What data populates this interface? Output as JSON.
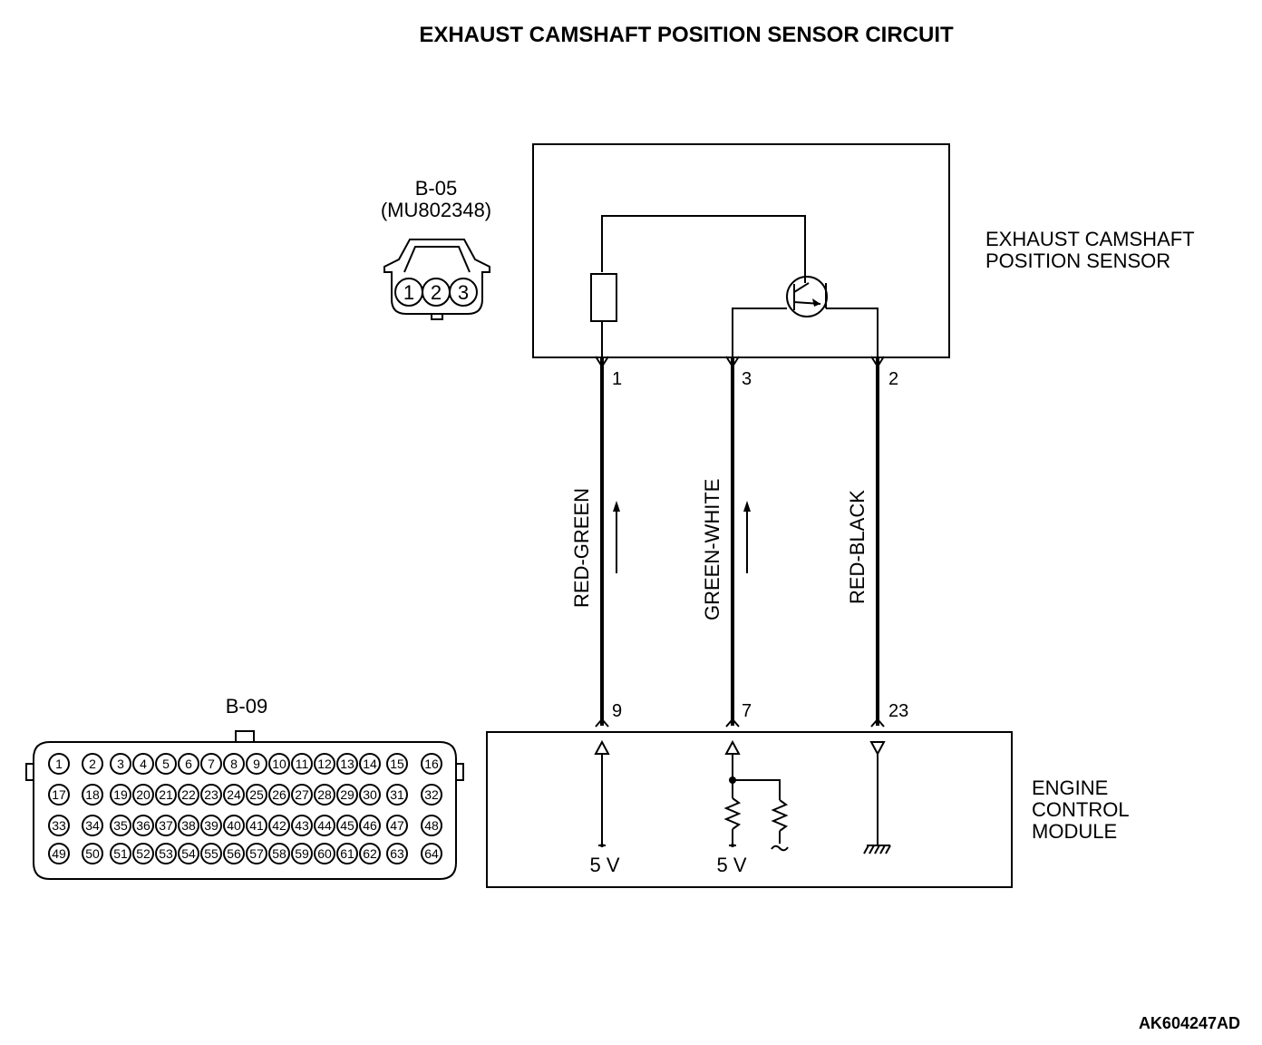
{
  "title": "EXHAUST CAMSHAFT POSITION SENSOR CIRCUIT",
  "sensor": {
    "name_line1": "EXHAUST CAMSHAFT",
    "name_line2": "POSITION SENSOR"
  },
  "ecm": {
    "name_line1": "ENGINE",
    "name_line2": "CONTROL",
    "name_line3": "MODULE"
  },
  "connector_b05": {
    "id": "B-05",
    "part": "(MU802348)",
    "pins": [
      "1",
      "2",
      "3"
    ]
  },
  "connector_b09": {
    "id": "B-09",
    "rows": [
      [
        "1",
        "2",
        "3",
        "4",
        "5",
        "6",
        "7",
        "8",
        "9",
        "10",
        "11",
        "12",
        "13",
        "14",
        "15",
        "16"
      ],
      [
        "17",
        "18",
        "19",
        "20",
        "21",
        "22",
        "23",
        "24",
        "25",
        "26",
        "27",
        "28",
        "29",
        "30",
        "31",
        "32"
      ],
      [
        "33",
        "34",
        "35",
        "36",
        "37",
        "38",
        "39",
        "40",
        "41",
        "42",
        "43",
        "44",
        "45",
        "46",
        "47",
        "48"
      ],
      [
        "49",
        "50",
        "51",
        "52",
        "53",
        "54",
        "55",
        "56",
        "57",
        "58",
        "59",
        "60",
        "61",
        "62",
        "63",
        "64"
      ]
    ]
  },
  "wires": [
    {
      "color": "RED-GREEN",
      "sensor_pin": "1",
      "ecm_pin": "9"
    },
    {
      "color": "GREEN-WHITE",
      "sensor_pin": "3",
      "ecm_pin": "7"
    },
    {
      "color": "RED-BLACK",
      "sensor_pin": "2",
      "ecm_pin": "23"
    }
  ],
  "supply": {
    "left": "5 V",
    "mid": "5 V"
  },
  "figure_code": "AK604247AD"
}
